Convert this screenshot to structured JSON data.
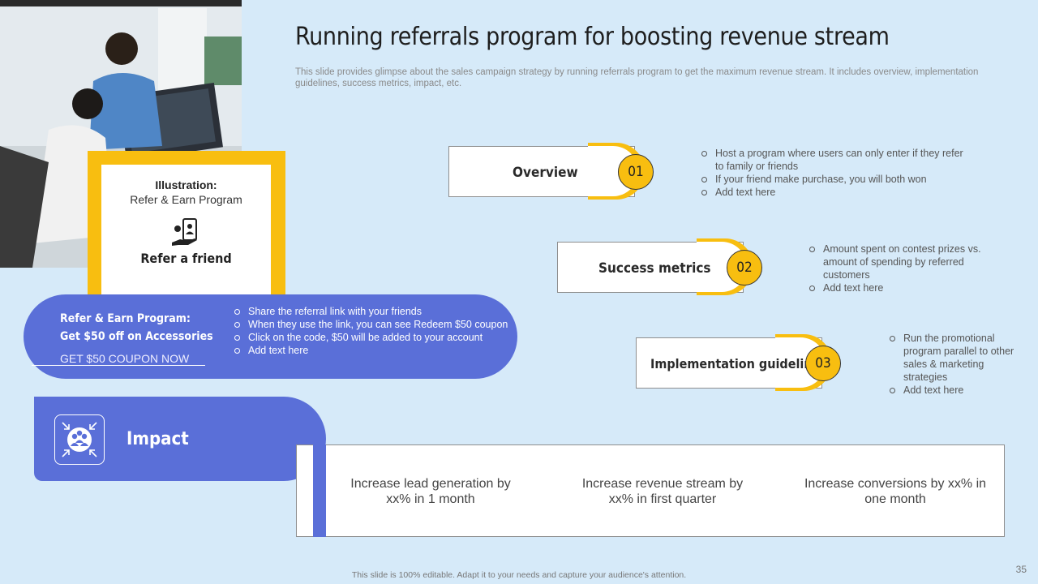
{
  "title": "Running referrals program for boosting revenue stream",
  "subtitle": "This slide provides glimpse about the sales campaign strategy by running referrals program to get the maximum revenue stream. It includes overview, implementation guidelines, success metrics, impact, etc.",
  "illustration": {
    "heading": "Illustration:",
    "subheading": "Refer & Earn Program",
    "icon": "refer-friend-icon",
    "cta": "Refer a friend"
  },
  "program": {
    "title_line1": "Refer & Earn Program:",
    "title_line2": "Get $50 off on Accessories",
    "coupon": "GET $50 COUPON NOW",
    "bullets": [
      "Share the referral link with your friends",
      "When they use the link, you can see Redeem $50 coupon",
      "Click on the code, $50 will be added to your account",
      "Add text here"
    ]
  },
  "steps": [
    {
      "label": "Overview",
      "number": "01",
      "bullets": [
        "Host a program where users can only enter if they refer to family or friends",
        "If your friend make purchase, you will both won",
        "Add text here"
      ]
    },
    {
      "label": "Success metrics",
      "number": "02",
      "bullets": [
        "Amount spent on contest prizes vs. amount of spending by referred customers",
        "Add text here"
      ]
    },
    {
      "label": "Implementation guidelines",
      "number": "03",
      "bullets": [
        "Run the promotional program parallel to other sales & marketing strategies",
        "Add text here"
      ]
    }
  ],
  "impact": {
    "label": "Impact",
    "icon": "people-network-icon",
    "items": [
      "Increase lead generation by xx% in 1 month",
      "Increase revenue stream by xx% in first quarter",
      "Increase conversions by xx% in one month"
    ]
  },
  "footer": "This slide is 100% editable. Adapt it to your needs and capture your audience's attention.",
  "page_number": "35",
  "colors": {
    "accent": "#f8be10",
    "primary": "#5a6fd8",
    "background": "#d6eaf9"
  }
}
